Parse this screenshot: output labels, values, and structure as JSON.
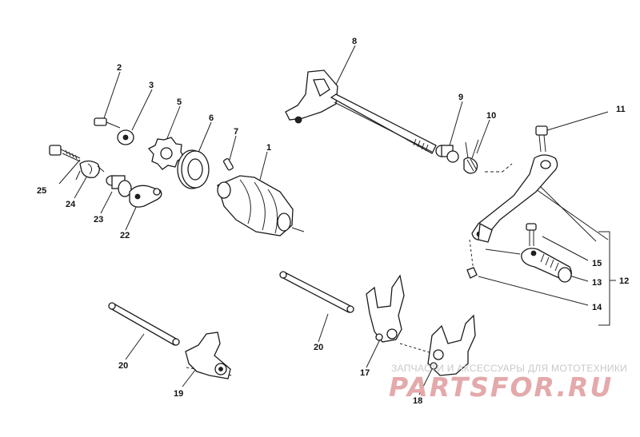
{
  "labels": [
    {
      "id": "1",
      "text": "1"
    },
    {
      "id": "2",
      "text": "2"
    },
    {
      "id": "3",
      "text": "3"
    },
    {
      "id": "5",
      "text": "5"
    },
    {
      "id": "6",
      "text": "6"
    },
    {
      "id": "7",
      "text": "7"
    },
    {
      "id": "8",
      "text": "8"
    },
    {
      "id": "9",
      "text": "9"
    },
    {
      "id": "10",
      "text": "10"
    },
    {
      "id": "11",
      "text": "11"
    },
    {
      "id": "12",
      "text": "12"
    },
    {
      "id": "13",
      "text": "13"
    },
    {
      "id": "14",
      "text": "14"
    },
    {
      "id": "15",
      "text": "15"
    },
    {
      "id": "17",
      "text": "17"
    },
    {
      "id": "18",
      "text": "18"
    },
    {
      "id": "19",
      "text": "19"
    },
    {
      "id": "20a",
      "text": "20"
    },
    {
      "id": "20b",
      "text": "20"
    },
    {
      "id": "22",
      "text": "22"
    },
    {
      "id": "23",
      "text": "23"
    },
    {
      "id": "24",
      "text": "24"
    },
    {
      "id": "25",
      "text": "25"
    }
  ],
  "watermark": {
    "tagline": "ЗАПЧАСТИ И АКСЕССУАРЫ ДЛЯ МОТОТЕХНИКИ",
    "brand": "PARTSFOR.RU",
    "color": "#e4a9ab"
  }
}
